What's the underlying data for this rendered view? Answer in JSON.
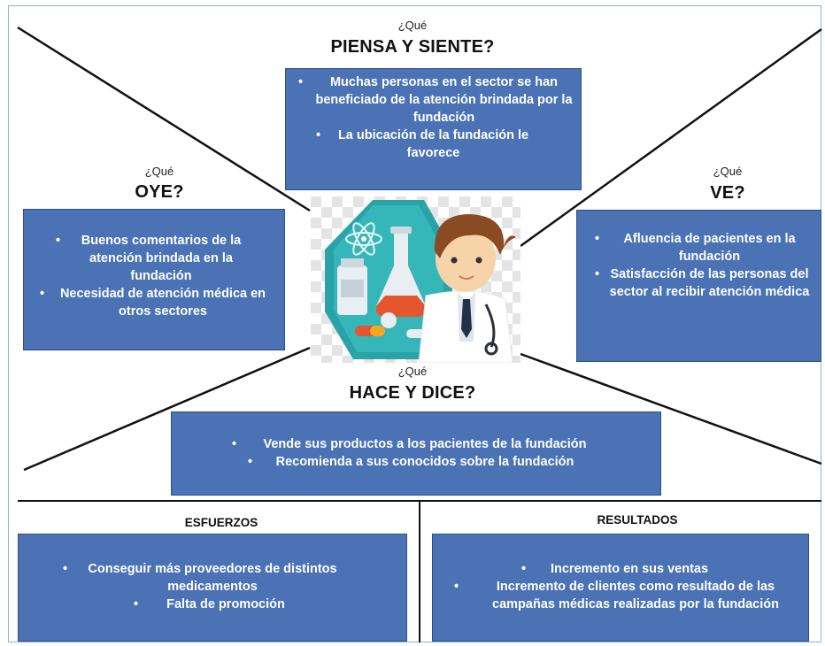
{
  "top": {
    "question": "¿Qué",
    "title": "PIENSA Y SIENTE?",
    "items": [
      "Muchas personas en el sector se han beneficiado de la atención brindada por la fundación",
      "La ubicación de la fundación le favorece"
    ]
  },
  "left": {
    "question": "¿Qué",
    "title": "OYE?",
    "items": [
      "Buenos comentarios de la atención brindada en la fundación",
      "Necesidad de atención médica en otros sectores"
    ]
  },
  "right": {
    "question": "¿Qué",
    "title": "VE?",
    "items": [
      "Afluencia de pacientes en la fundación",
      "Satisfacción de las personas del sector al recibir atención médica"
    ]
  },
  "bottom": {
    "question": "¿Qué",
    "title": "HACE Y DICE?",
    "items": [
      "Vende sus productos a los pacientes de la fundación",
      "Recomienda a sus conocidos sobre la fundación"
    ]
  },
  "esfuerzos": {
    "title": "ESFUERZOS",
    "items": [
      "Conseguir más proveedores de distintos medicamentos",
      "Falta de promoción"
    ]
  },
  "resultados": {
    "title": "RESULTADOS",
    "items": [
      "Incremento en sus ventas",
      "Incremento de clientes como resultado de las campañas médicas realizadas por la fundación"
    ]
  },
  "bullet": "•",
  "colors": {
    "box": "#4a72b5",
    "box_border": "#2c4f8a",
    "frame": "#8fb5d6"
  },
  "center_image": "doctor-with-lab-flask-icon"
}
